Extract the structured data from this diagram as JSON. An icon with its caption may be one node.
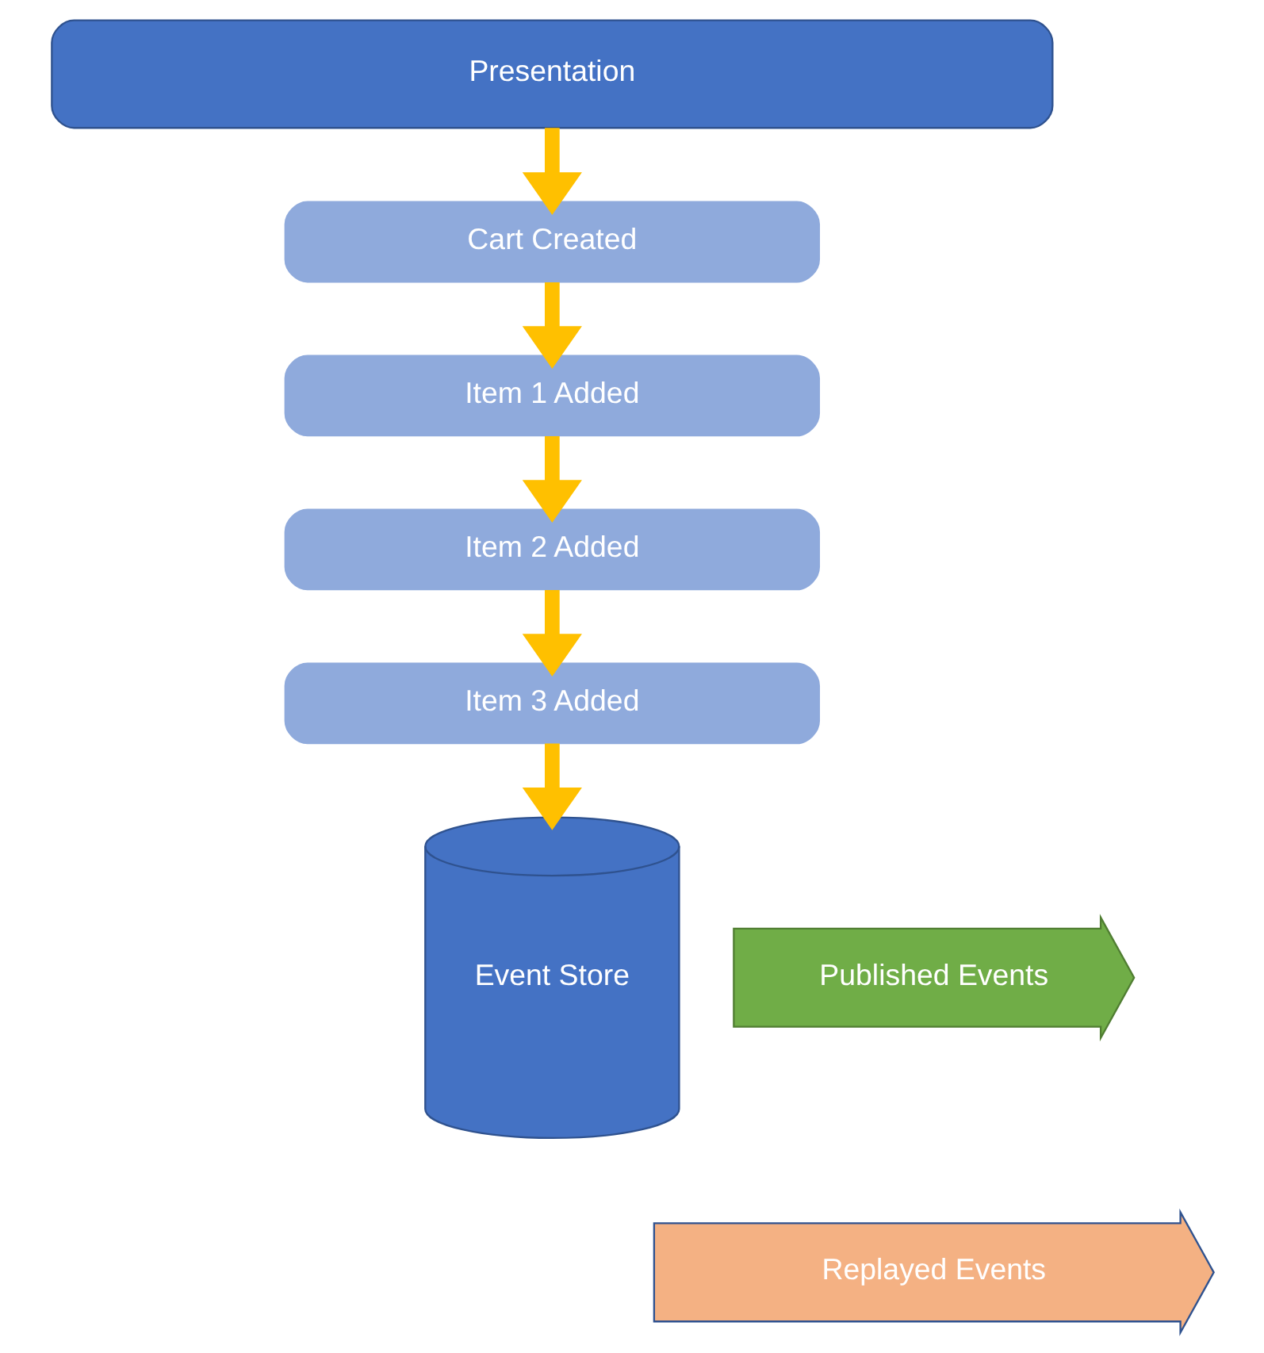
{
  "diagram": {
    "nodes": [
      {
        "text": [
          "Presentation"
        ]
      },
      {
        "text": [
          "Cart Created"
        ]
      },
      {
        "text": [
          "Item 1 Added"
        ]
      },
      {
        "text": [
          "Item 2 Added"
        ]
      },
      {
        "text": [
          "Item 3 Added"
        ]
      },
      {
        "text": [
          "Event Store"
        ]
      },
      {
        "text": [
          "Published Events"
        ]
      },
      {
        "text": [
          "Replayed Events"
        ]
      }
    ],
    "edges": [
      {
        "from": 0,
        "to": 1,
        "arrow": "to"
      },
      {
        "from": 1,
        "to": 2,
        "arrow": "to"
      },
      {
        "from": 2,
        "to": 3,
        "arrow": "to"
      },
      {
        "from": 3,
        "to": 4,
        "arrow": "to"
      },
      {
        "from": 4,
        "to": 5,
        "arrow": "to"
      }
    ]
  }
}
